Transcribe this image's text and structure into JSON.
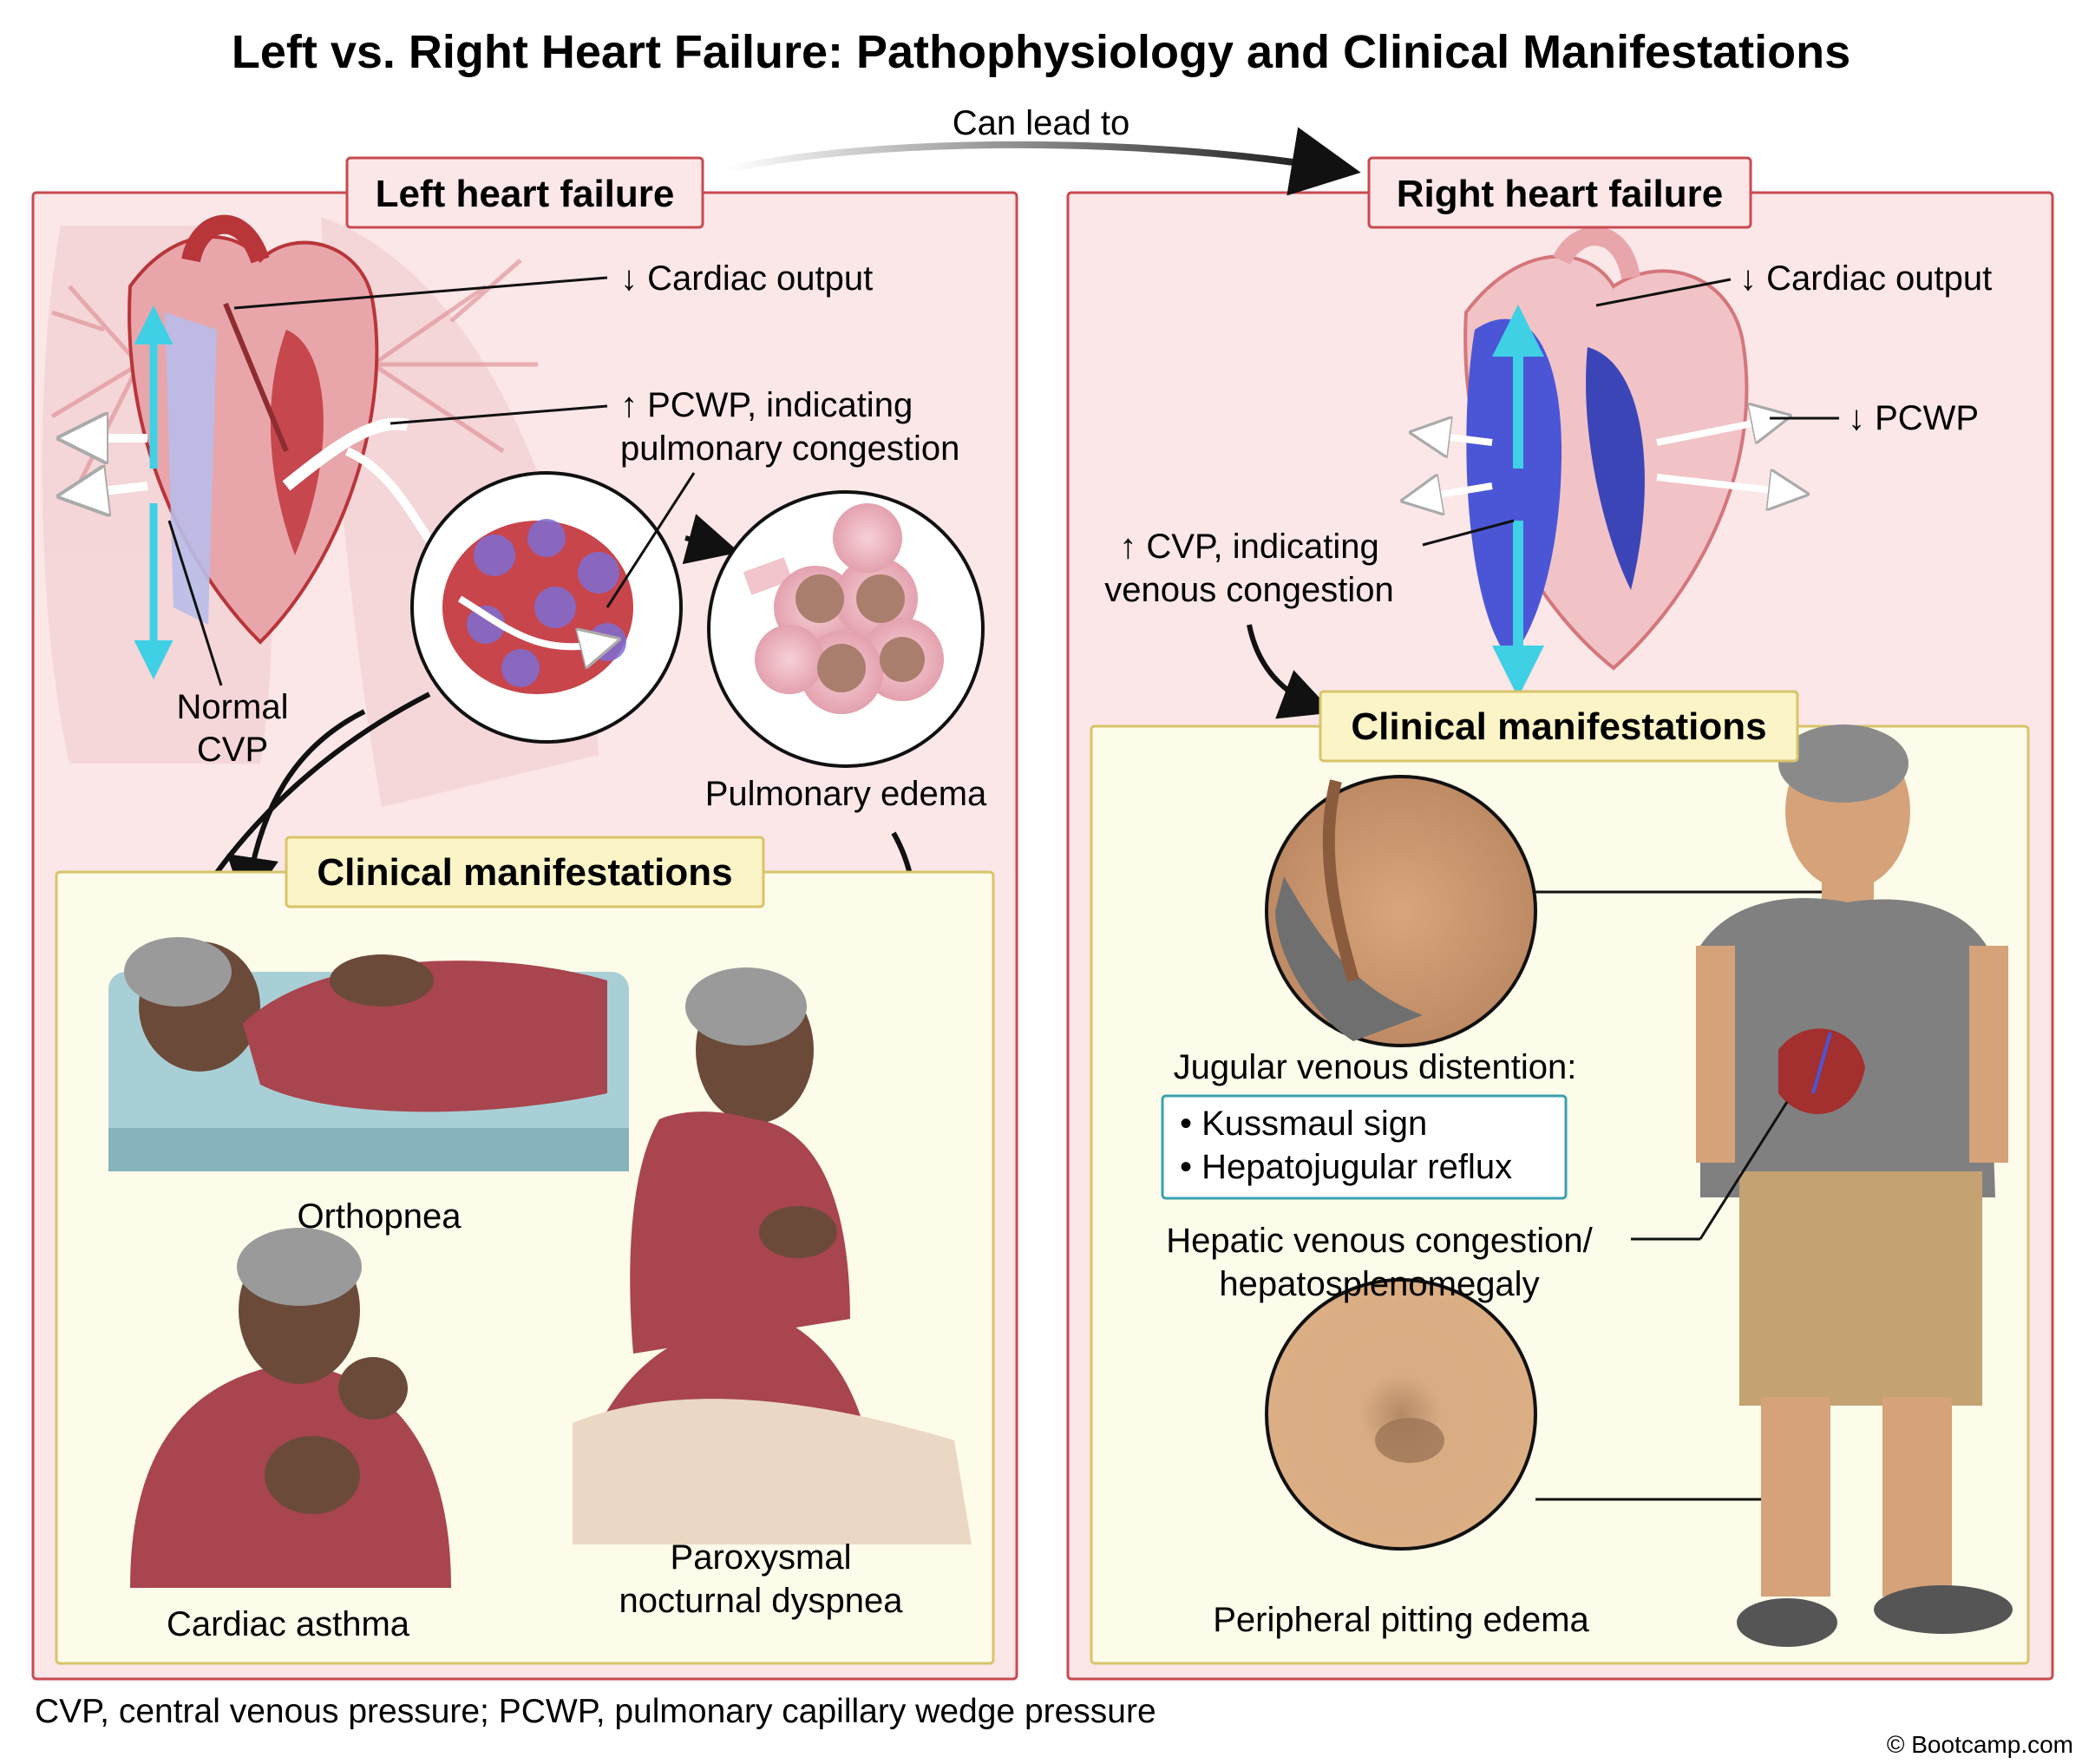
{
  "title": "Left vs. Right Heart Failure: Pathophysiology and Clinical Manifestations",
  "transition_label": "Can lead to",
  "left": {
    "header": "Left heart failure",
    "cardiac_output": "↓ Cardiac output",
    "pcwp_line1": "↑ PCWP, indicating",
    "pcwp_line2": "pulmonary congestion",
    "cvp_line1": "Normal",
    "cvp_line2": "CVP",
    "edema_label": "Pulmonary edema",
    "manifestations_header": "Clinical manifestations",
    "orthopnea": "Orthopnea",
    "cardiac_asthma": "Cardiac asthma",
    "pnd_line1": "Paroxysmal",
    "pnd_line2": "nocturnal dyspnea"
  },
  "right": {
    "header": "Right heart failure",
    "cardiac_output": "↓ Cardiac output",
    "pcwp": "↓ PCWP",
    "cvp_line1": "↑ CVP, indicating",
    "cvp_line2": "venous congestion",
    "manifestations_header": "Clinical manifestations",
    "jvd": "Jugular venous distention:",
    "jvd_signs": [
      "• Kussmaul sign",
      "• Hepatojugular reflux"
    ],
    "hepatic_line1": "Hepatic venous congestion/",
    "hepatic_line2": "hepatosplenomegaly",
    "edema": "Peripheral pitting edema"
  },
  "footnote": "CVP, central venous pressure; PCWP, pulmonary capillary wedge pressure",
  "copyright": "© Bootcamp.com",
  "colors": {
    "panel_fill": "#fbe6e8",
    "panel_border": "#c84a50",
    "manifest_fill": "#fdfbe9",
    "manifest_border": "#d8c46a",
    "cyan_arrow": "#3fd0e6",
    "venous_blue": "#4b56d6",
    "arterial_red": "#b8353a"
  }
}
